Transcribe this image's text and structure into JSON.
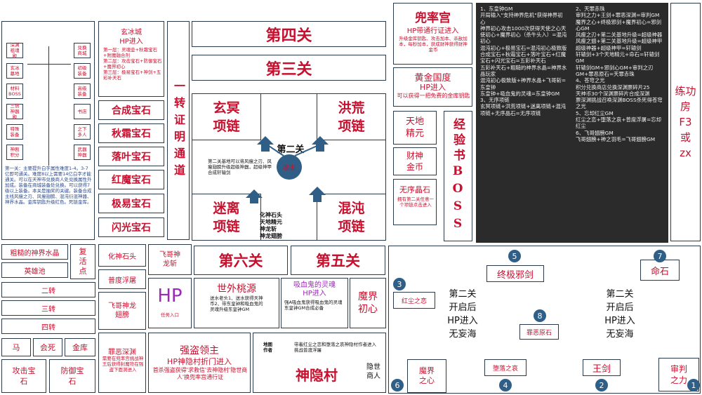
{
  "sidebar": {
    "items_left": [
      "深渊\n祖魂\n殿",
      "玄冰\n墓地",
      "材料\nBOSS",
      "三倍\n神器\n殿",
      "特殊\n装备",
      "神剧\n积分"
    ],
    "items_right": [
      "兑换\n商城",
      "初级\n装备",
      "高级\n装备",
      "书店",
      "之下\n多人",
      "武器\n神器"
    ],
    "note": "第一关：主要提升白字属性难度1-4。3-7亿即可通关。难度8以上需要14亿白字才能通关。可以在天神市兑换商人处兑换属性外加成。装备在商城装备处兑换。可以获得7级以上装备。本关是抽奖的关键。装备合成主线风瘦之刃、风瘦翅膀、混沌衍混神器、神界水晶。金库钥匙升级红色。死链金库。"
  },
  "xuanbing": {
    "title": "玄冰城",
    "subtitle": "HP进入",
    "floors": "第一层：灵魂壶+秋霜宝石+附魔融合剂\n第二层：攻击宝石+防御宝石+魔界初心\n第三层：极易宝石+神剑+五彩补天石"
  },
  "gems": [
    "合成宝石",
    "秋霜宝石",
    "落叶宝石",
    "红魔宝石",
    "极易宝石",
    "闪光宝石"
  ],
  "passage": {
    "label": "一转证明通道"
  },
  "levels": {
    "four": "第四关",
    "three": "第三关",
    "six": "第六关",
    "five": "第五关"
  },
  "level2": {
    "label": "第二关",
    "center": "攻击",
    "desc": "第二关基地可以将风瘦之刃、风瘦翅膀升级超级神器，超级神甲合成轩辕剑",
    "xuanming": "玄冥\n项链",
    "honghuang": "洪荒\n项链",
    "miji": "迷离\n项链",
    "hundun": "混沌\n项链",
    "items": "化神石头\n天地精元\n神龙斩\n神龙翅膀"
  },
  "doushuai": {
    "title": "兜率宫",
    "subtitle": "HP带通行证进入",
    "desc": "升级金库钥匙、攻击加本、杀敌加本，每秒加本，获成财神获得财神金币"
  },
  "huangjin": {
    "title": "黄金国度",
    "subtitle": "HP进入",
    "desc": "可以获得一把免费的金库钥匙"
  },
  "tiandi": {
    "label": "天地\n精元"
  },
  "caishen": {
    "label": "财神\n金币"
  },
  "wuchen": {
    "title": "无序晶石",
    "desc": "拥有第二关任意一个项链点击进入"
  },
  "jingyan": {
    "label": "经验书BOSS"
  },
  "recipes_1": "1、东皇钟GM\n开局输入\"支持神界危机\"获得神界初心\n神界初心攻击1000次获得天使之心天使初心+魔界初心（杀牛头入）=混沌初心\n混沌初心+极易宝石=混沌初心极致版\n合成宝石+秋霜宝石+落叶宝石+红魔宝石+闪光宝石=五彩补天石\n五彩补天石+粗糙的神界水晶=神界水晶玩家\n混沌初心极致版+神界水晶+飞哥斩=东皇钟\n东皇钟+吸血鬼的灵魂=东皇钟GM\n3、无序项链\n玄冥项链+洪荒项链+迷离项链+混沌项链+无序晶石=无序项链",
  "recipes_2": "2、天罪赤珠\n审判之力+王剑+罪恶深渊=审判GM\n魔界之心+终极邪剑+魔界初心=邪剑心GM\n风瘦之刃+第二关基地升级=超级神器\n风瘦之翅+第二关基地升级=超级神甲\n超级神器+超级神甲=轩辕剑\n轩辕剑+3个天地精元+命石=轩辕剑GM\n轩辕剑GM+邪剑心GM+审判之刃GM+罪恶原石=天罪赤珠\n4、苍穹之光\n积分兑换商店兑换深渊票碎片25\n天神币30个深渊票碎片合成深渊\n票深渊挑战召唤深渊BOSS杀死得苍穹之光\n5、忘却红尘GM\n红尘之恋+堕落之哀+普度浮屠=忘却红尘\n6、飞哥翅膀GM\n飞哥翅膀+神之羽毛=飞哥翅膀GM",
  "liangong": {
    "label": "练功房\nF3\n或\nzx"
  },
  "left_bottom": {
    "cucao": "粗糙的神界水晶",
    "fuhuo": "复\n活\n点",
    "yingxiong": "英雄池",
    "erzhuan": "二转",
    "sanzhuan": "三转",
    "sizhuan": "四转",
    "ma": "马",
    "huisi": "会死",
    "jinku": "金库",
    "gongji": "攻击宝\n石",
    "fangyu": "防御宝\n石"
  },
  "mid_bottom": {
    "huashen": "化神石头",
    "feige_longzhan": "飞哥神\n龙斩",
    "pudu": "普度浮屠",
    "feige_chibang": "飞哥神龙\n翅膀",
    "hp": "HP",
    "hp_sub": "任务入口",
    "shiwai": "世外桃源",
    "shiwai_desc": "送水老头1、送水获得天神币2、带东皇钟和吸血鬼的灵魂升级东皇钟GM",
    "xixue": "吸血鬼的灵魂\nHP进入",
    "xixue_desc": "强A吸血鬼获得吸血鬼的灵魂东皇钟GM合成必备",
    "mojie": "魔界\n初心",
    "zuie_title": "罪恶深渊",
    "zuie_desc": "需要在兜率宫挑战神王后获得封魔符在强盗下面洞进入",
    "qiangdao": "强盗领主",
    "qiangdao_sub": "HP神隐村折门进入",
    "qiangdao_desc": "首杀强盗获得'求救信'去神隐村'隐世商人'换兜率宫通行证",
    "map_author": "地图\n作者",
    "map_author_desc": "带着红尘之恋和堕落之哀神隐村作者进入挑战普渡浮屠",
    "shenyin": "神隐村",
    "yinshi": "隐世\n商人"
  },
  "right_bottom": {
    "zhongji": "终极邪剑",
    "mingshi": "命石",
    "hongchen": "红尘之恋",
    "zuie_yuanshi": "罪恶原石",
    "open_text_1": "第二关\n开启后\nHP进入\n无妄海",
    "open_text_2": "第二关\n开启后\nHP进入\n无妄海",
    "mojie_xin": "魔界\n之心",
    "duoluo": "堕落之哀",
    "wangjian": "王剑",
    "shenpan": "审判\n之力",
    "nums": [
      "1",
      "2",
      "3",
      "4",
      "5",
      "6",
      "7",
      "8"
    ]
  }
}
